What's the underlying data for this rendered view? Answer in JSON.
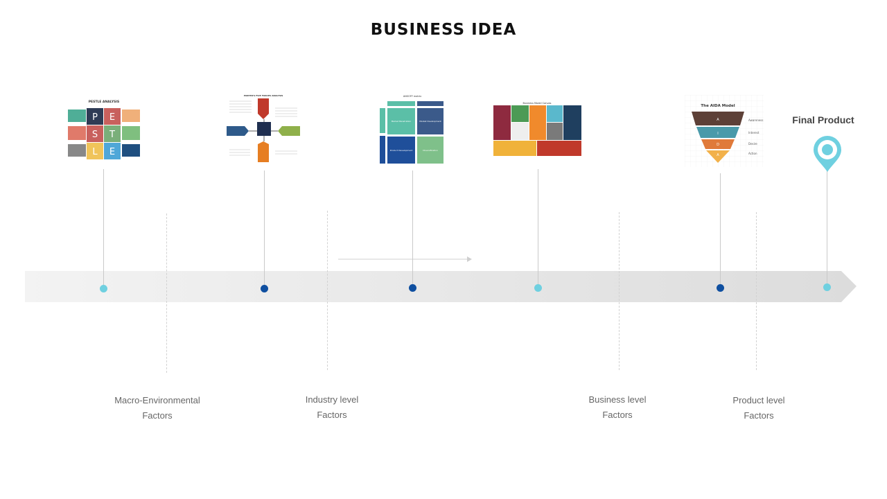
{
  "title": "BUSINESS IDEA",
  "final_product_label": "Final Product",
  "factors": [
    {
      "line1": "Macro-Environmental",
      "line2": "Factors"
    },
    {
      "line1": "Industry level",
      "line2": "Factors"
    },
    {
      "line1": "Business level",
      "line2": "Factors"
    },
    {
      "line1": "Product level",
      "line2": "Factors"
    }
  ],
  "colors": {
    "timeline": "#e6e6e6",
    "dot_light": "#6fd0e0",
    "dot_dark": "#0f4fa0",
    "pin": "#6fd0e0"
  },
  "thumbnails": {
    "pestle": {
      "title": "PESTLE ANALYSIS",
      "letters": [
        "P",
        "E",
        "S",
        "T",
        "L",
        "E"
      ]
    },
    "porter": {
      "title": "PORTER'S FIVE FORCES ANALYSIS"
    },
    "ansoff": {
      "title": "ANSOFF matrix",
      "cells": [
        "Market Penetration",
        "Market Development",
        "Product Development",
        "Diversification"
      ]
    },
    "canvas": {
      "title": "Business Model Canvas"
    },
    "aida": {
      "title": "The AIDA Model",
      "letters": [
        "A",
        "I",
        "D",
        "A"
      ],
      "labels": [
        "Awareness",
        "Interest",
        "Desire",
        "Action"
      ]
    }
  }
}
